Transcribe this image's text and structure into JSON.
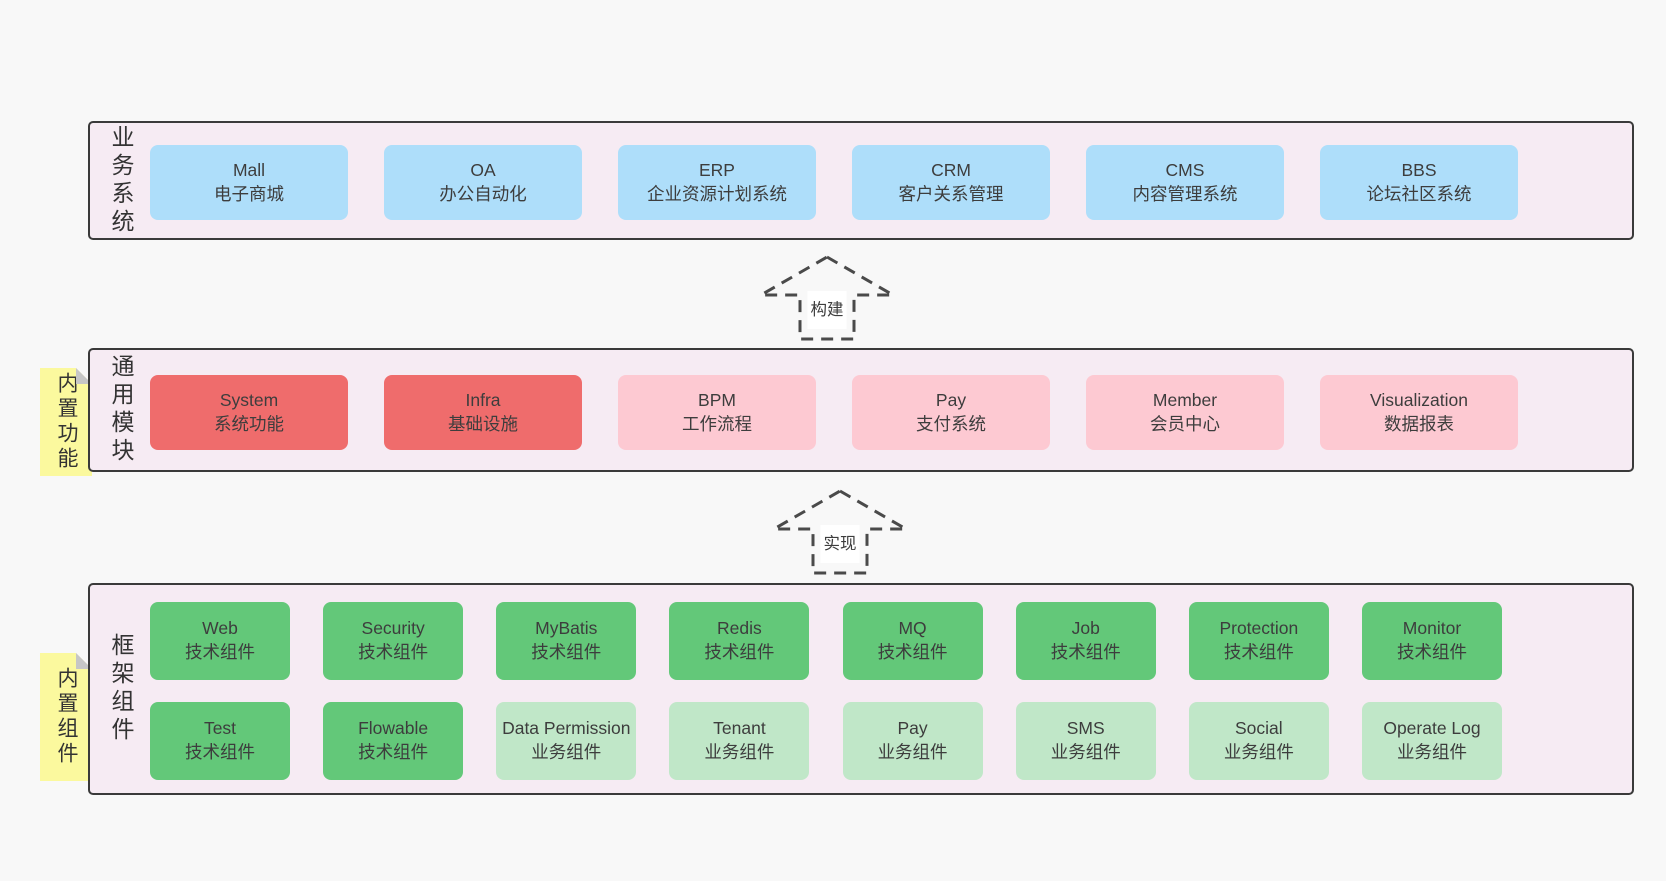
{
  "colors": {
    "page_bg": "#f8f8f8",
    "layer_bg": "#f6ebf3",
    "blue": "#aedefa",
    "red": "#ef6c6c",
    "pink": "#fdc9d2",
    "green": "#63c879",
    "light_green": "#c0e7c8",
    "note_yellow": "#fbf99e",
    "border": "#3a3a3a"
  },
  "arrows": [
    {
      "label": "构建"
    },
    {
      "label": "实现"
    }
  ],
  "layers": [
    {
      "label": "业务系统",
      "boxes": [
        {
          "title": "Mall",
          "subtitle": "电子商城"
        },
        {
          "title": "OA",
          "subtitle": "办公自动化"
        },
        {
          "title": "ERP",
          "subtitle": "企业资源计划系统"
        },
        {
          "title": "CRM",
          "subtitle": "客户关系管理"
        },
        {
          "title": "CMS",
          "subtitle": "内容管理系统"
        },
        {
          "title": "BBS",
          "subtitle": "论坛社区系统"
        }
      ]
    },
    {
      "label": "通用模块",
      "note": "内置功能",
      "boxes": [
        {
          "title": "System",
          "subtitle": "系统功能"
        },
        {
          "title": "Infra",
          "subtitle": "基础设施"
        },
        {
          "title": "BPM",
          "subtitle": "工作流程"
        },
        {
          "title": "Pay",
          "subtitle": "支付系统"
        },
        {
          "title": "Member",
          "subtitle": "会员中心"
        },
        {
          "title": "Visualization",
          "subtitle": "数据报表"
        }
      ]
    },
    {
      "label": "框架组件",
      "note": "内置组件",
      "rows": [
        [
          {
            "title": "Web",
            "subtitle": "技术组件"
          },
          {
            "title": "Security",
            "subtitle": "技术组件"
          },
          {
            "title": "MyBatis",
            "subtitle": "技术组件"
          },
          {
            "title": "Redis",
            "subtitle": "技术组件"
          },
          {
            "title": "MQ",
            "subtitle": "技术组件"
          },
          {
            "title": "Job",
            "subtitle": "技术组件"
          },
          {
            "title": "Protection",
            "subtitle": "技术组件"
          },
          {
            "title": "Monitor",
            "subtitle": "技术组件"
          }
        ],
        [
          {
            "title": "Test",
            "subtitle": "技术组件"
          },
          {
            "title": "Flowable",
            "subtitle": "技术组件"
          },
          {
            "title": "Data Permission",
            "subtitle": "业务组件"
          },
          {
            "title": "Tenant",
            "subtitle": "业务组件"
          },
          {
            "title": "Pay",
            "subtitle": "业务组件"
          },
          {
            "title": "SMS",
            "subtitle": "业务组件"
          },
          {
            "title": "Social",
            "subtitle": "业务组件"
          },
          {
            "title": "Operate Log",
            "subtitle": "业务组件"
          }
        ]
      ]
    }
  ]
}
